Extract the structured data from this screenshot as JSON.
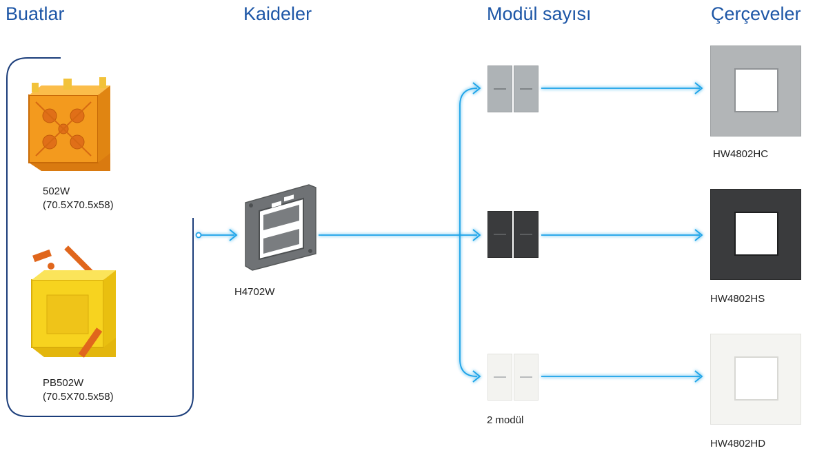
{
  "headings": {
    "boxes": "Buatlar",
    "bases": "Kaideler",
    "modules": "Modül sayısı",
    "frames": "Çerçeveler"
  },
  "boxes": [
    {
      "code": "502W",
      "dims": "(70.5X70.5x58)",
      "color": "#f39a1e"
    },
    {
      "code": "PB502W",
      "dims": "(70.5X70.5x58)",
      "color": "#f7d31f"
    }
  ],
  "base": {
    "code": "H4702W",
    "color": "#6f7275"
  },
  "modules": {
    "caption": "2 modül",
    "variants": [
      {
        "color": "#aeb3b6"
      },
      {
        "color": "#3a3b3d"
      },
      {
        "color": "#f3f3f0"
      }
    ]
  },
  "frames": [
    {
      "code": "HW4802HC",
      "color": "#b2b5b7"
    },
    {
      "code": "HW4802HS",
      "color": "#3a3b3d"
    },
    {
      "code": "HW4802HD",
      "color": "#f4f4f1"
    }
  ],
  "colors": {
    "heading": "#1d56a6",
    "bracket": "#1b3d7a",
    "wire": "#1aa3e8"
  }
}
